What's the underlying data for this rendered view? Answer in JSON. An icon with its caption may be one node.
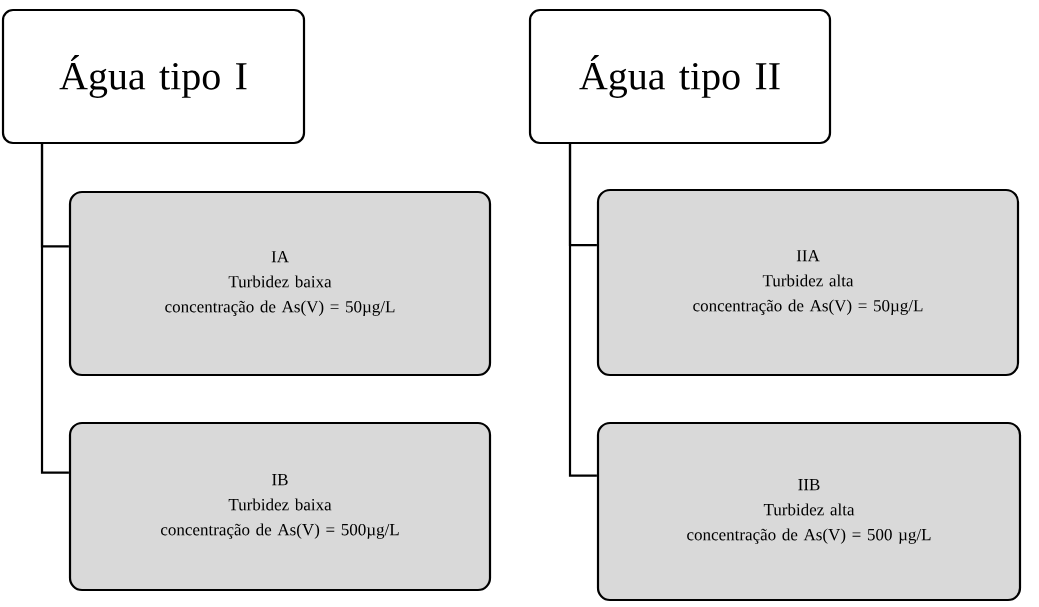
{
  "diagram": {
    "nodes": [
      {
        "text": [
          "Água tipo I"
        ]
      },
      {
        "text": [
          "IA",
          "Turbidez baixa",
          "concentração de As(V) = 50µg/L"
        ]
      },
      {
        "text": [
          "IB",
          "Turbidez baixa",
          "concentração de As(V) = 500µg/L"
        ]
      },
      {
        "text": [
          "Água tipo II"
        ]
      },
      {
        "text": [
          "IIA",
          "Turbidez alta",
          "concentração de As(V) = 50µg/L"
        ]
      },
      {
        "text": [
          "IIB",
          "Turbidez alta",
          "concentração de As(V) = 500 µg/L"
        ]
      }
    ],
    "edges": [
      {
        "from": 0,
        "to": 1,
        "arrow": "none"
      },
      {
        "from": 0,
        "to": 2,
        "arrow": "none"
      },
      {
        "from": 3,
        "to": 4,
        "arrow": "none"
      },
      {
        "from": 3,
        "to": 5,
        "arrow": "none"
      }
    ]
  }
}
